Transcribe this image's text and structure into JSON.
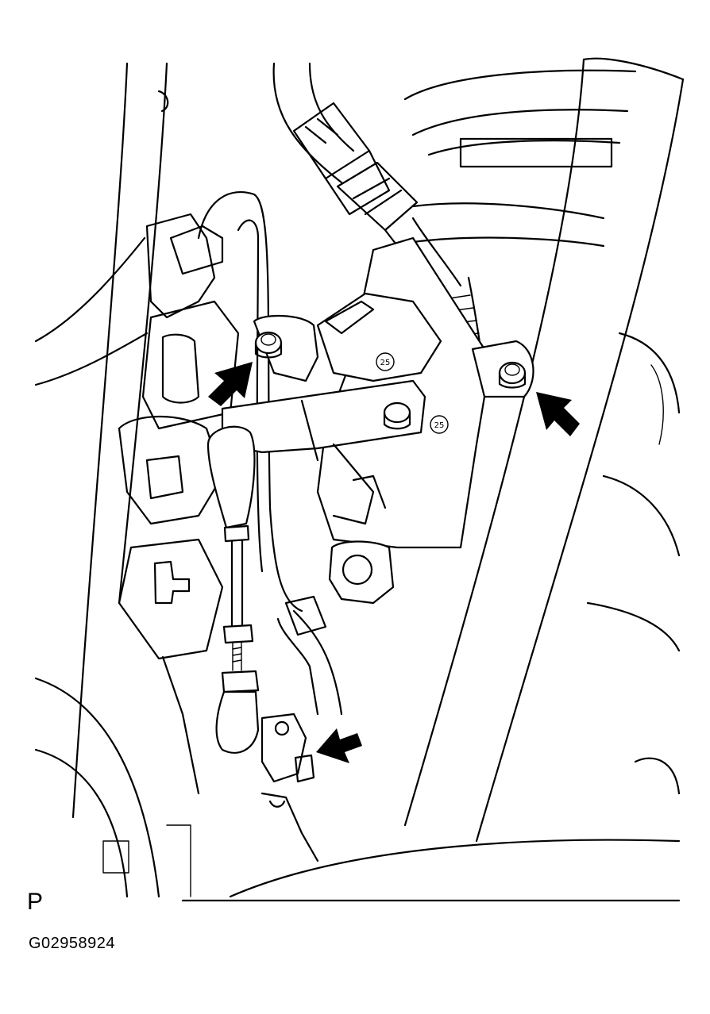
{
  "figure": {
    "view_letter": "P",
    "figure_id": "G02958924"
  },
  "torque_marks": [
    "25",
    "25"
  ],
  "callouts": [
    {
      "name": "arrow-left-bolt",
      "direction": "up-right"
    },
    {
      "name": "arrow-right-bolt",
      "direction": "up-left"
    },
    {
      "name": "arrow-lower-link-nut",
      "direction": "down-left"
    }
  ]
}
